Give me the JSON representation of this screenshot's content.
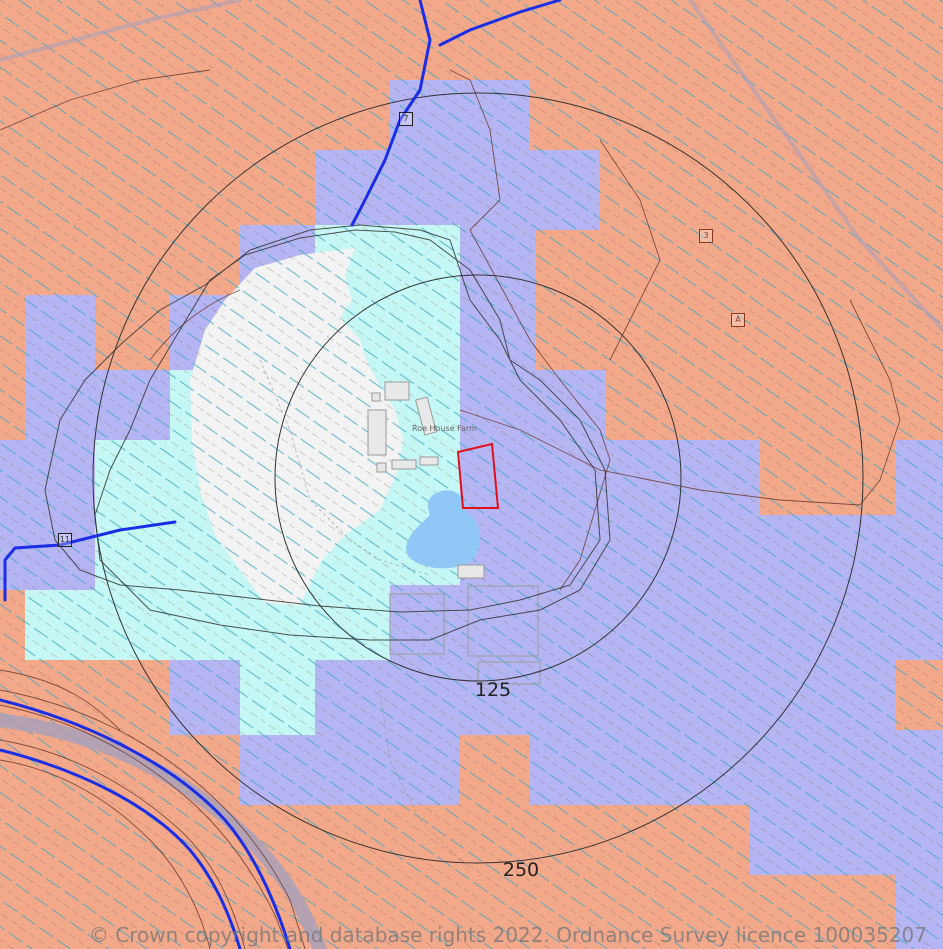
{
  "map": {
    "place_label": "Roe House Farm",
    "rings": [
      {
        "label": "125"
      },
      {
        "label": "250"
      }
    ],
    "markers": [
      {
        "label": "7"
      },
      {
        "label": "3"
      },
      {
        "label": "A"
      },
      {
        "label": "11"
      }
    ],
    "copyright": "© Crown copyright and database rights 2022. Ordnance Survey licence 100035207",
    "colors": {
      "zone_salmon": "#f4a88a",
      "zone_lavender": "#b6b5f4",
      "zone_cyan": "#c5f7f4",
      "built_area": "#f3f3f3",
      "water": "#8fc8f7",
      "site_boundary": "#e0101a",
      "watercourse": "#1a2ee6",
      "road": "#a8a0b8"
    }
  }
}
